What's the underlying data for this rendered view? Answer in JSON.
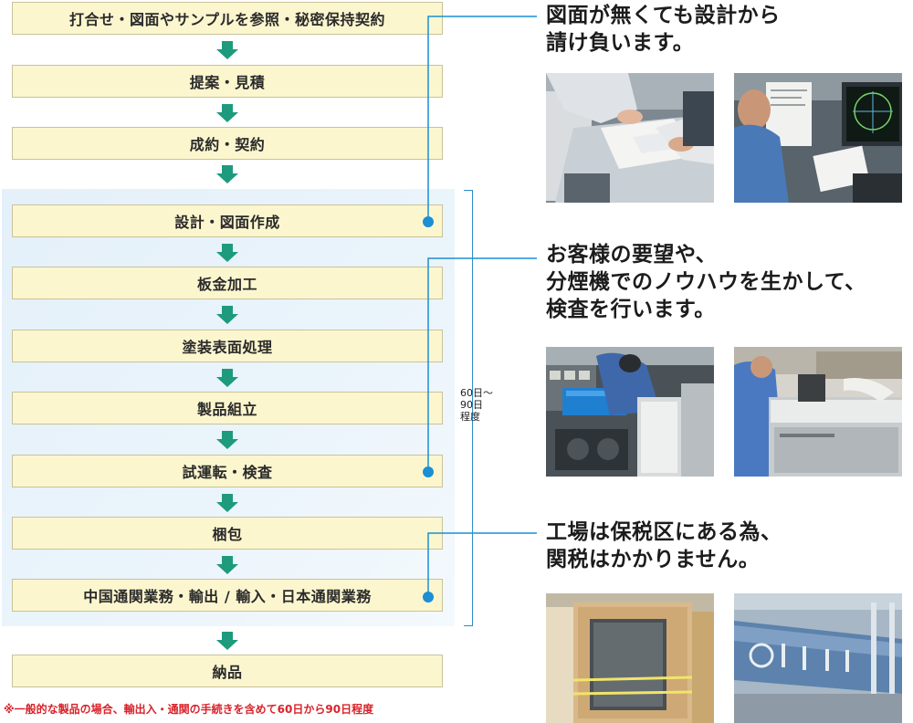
{
  "steps": [
    "打合せ・図面やサンプルを参照・秘密保持契約",
    "提案・見積",
    "成約・契約",
    "設計・図面作成",
    "板金加工",
    "塗装表面処理",
    "製品組立",
    "試運転・検査",
    "梱包",
    "中国通関業務・輸出 / 輸入・日本通関業務",
    "納品"
  ],
  "duration": [
    "60日～",
    "90日",
    "程度"
  ],
  "callouts": [
    [
      "図面が無くても設計から",
      "請け負います。"
    ],
    [
      "お客様の要望や、",
      "分煙機でのノウハウを生かして、",
      "検査を行います。"
    ],
    [
      "工場は保税区にある為、",
      "関税はかかりません。"
    ]
  ],
  "footnote": "※一般的な製品の場合、輸出入・通関の手続きを含めて60日から90日程度",
  "colors": {
    "step_fill": "#fcf6cf",
    "arrow": "#1e9a7d",
    "connector": "#1a8fd3",
    "highlight": "#e4f0fa",
    "footnote": "#d8232a"
  }
}
